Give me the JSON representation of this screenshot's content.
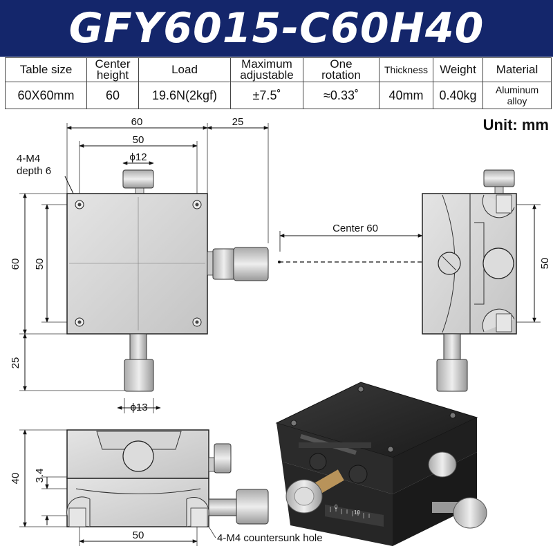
{
  "title": "GFY6015-C60H40",
  "spec_table": {
    "headers": [
      [
        "Table size"
      ],
      [
        "Center",
        "height"
      ],
      [
        "Load"
      ],
      [
        "Maximum",
        "adjustable"
      ],
      [
        "One",
        "rotation"
      ],
      [
        "Thickness"
      ],
      [
        "Weight"
      ],
      [
        "Material"
      ]
    ],
    "values": [
      [
        "60X60mm"
      ],
      [
        "60"
      ],
      [
        "19.6N(2kgf)"
      ],
      [
        "±7.5˚"
      ],
      [
        "≈0.33˚"
      ],
      [
        "40mm"
      ],
      [
        "0.40kg"
      ],
      [
        "Aluminum",
        "alloy"
      ]
    ]
  },
  "unit_label": "Unit: mm",
  "dimensions": {
    "top_width": "60",
    "top_extension": "25",
    "top_hole_spacing": "50",
    "knob_diameter_top": "ϕ12",
    "hole_note_line1": "4-M4",
    "hole_note_line2": "depth 6",
    "left_height": "60",
    "left_hole_spacing": "50",
    "bottom_extension": "25",
    "knob_diameter_bottom": "ϕ13",
    "center_label": "Center 60",
    "side_hole_spacing": "50",
    "front_height": "40",
    "front_small": "3.4",
    "front_hole_spacing": "50",
    "countersunk_note": "4-M4 countersunk hole"
  },
  "photo_scale": [
    "0",
    "10"
  ]
}
